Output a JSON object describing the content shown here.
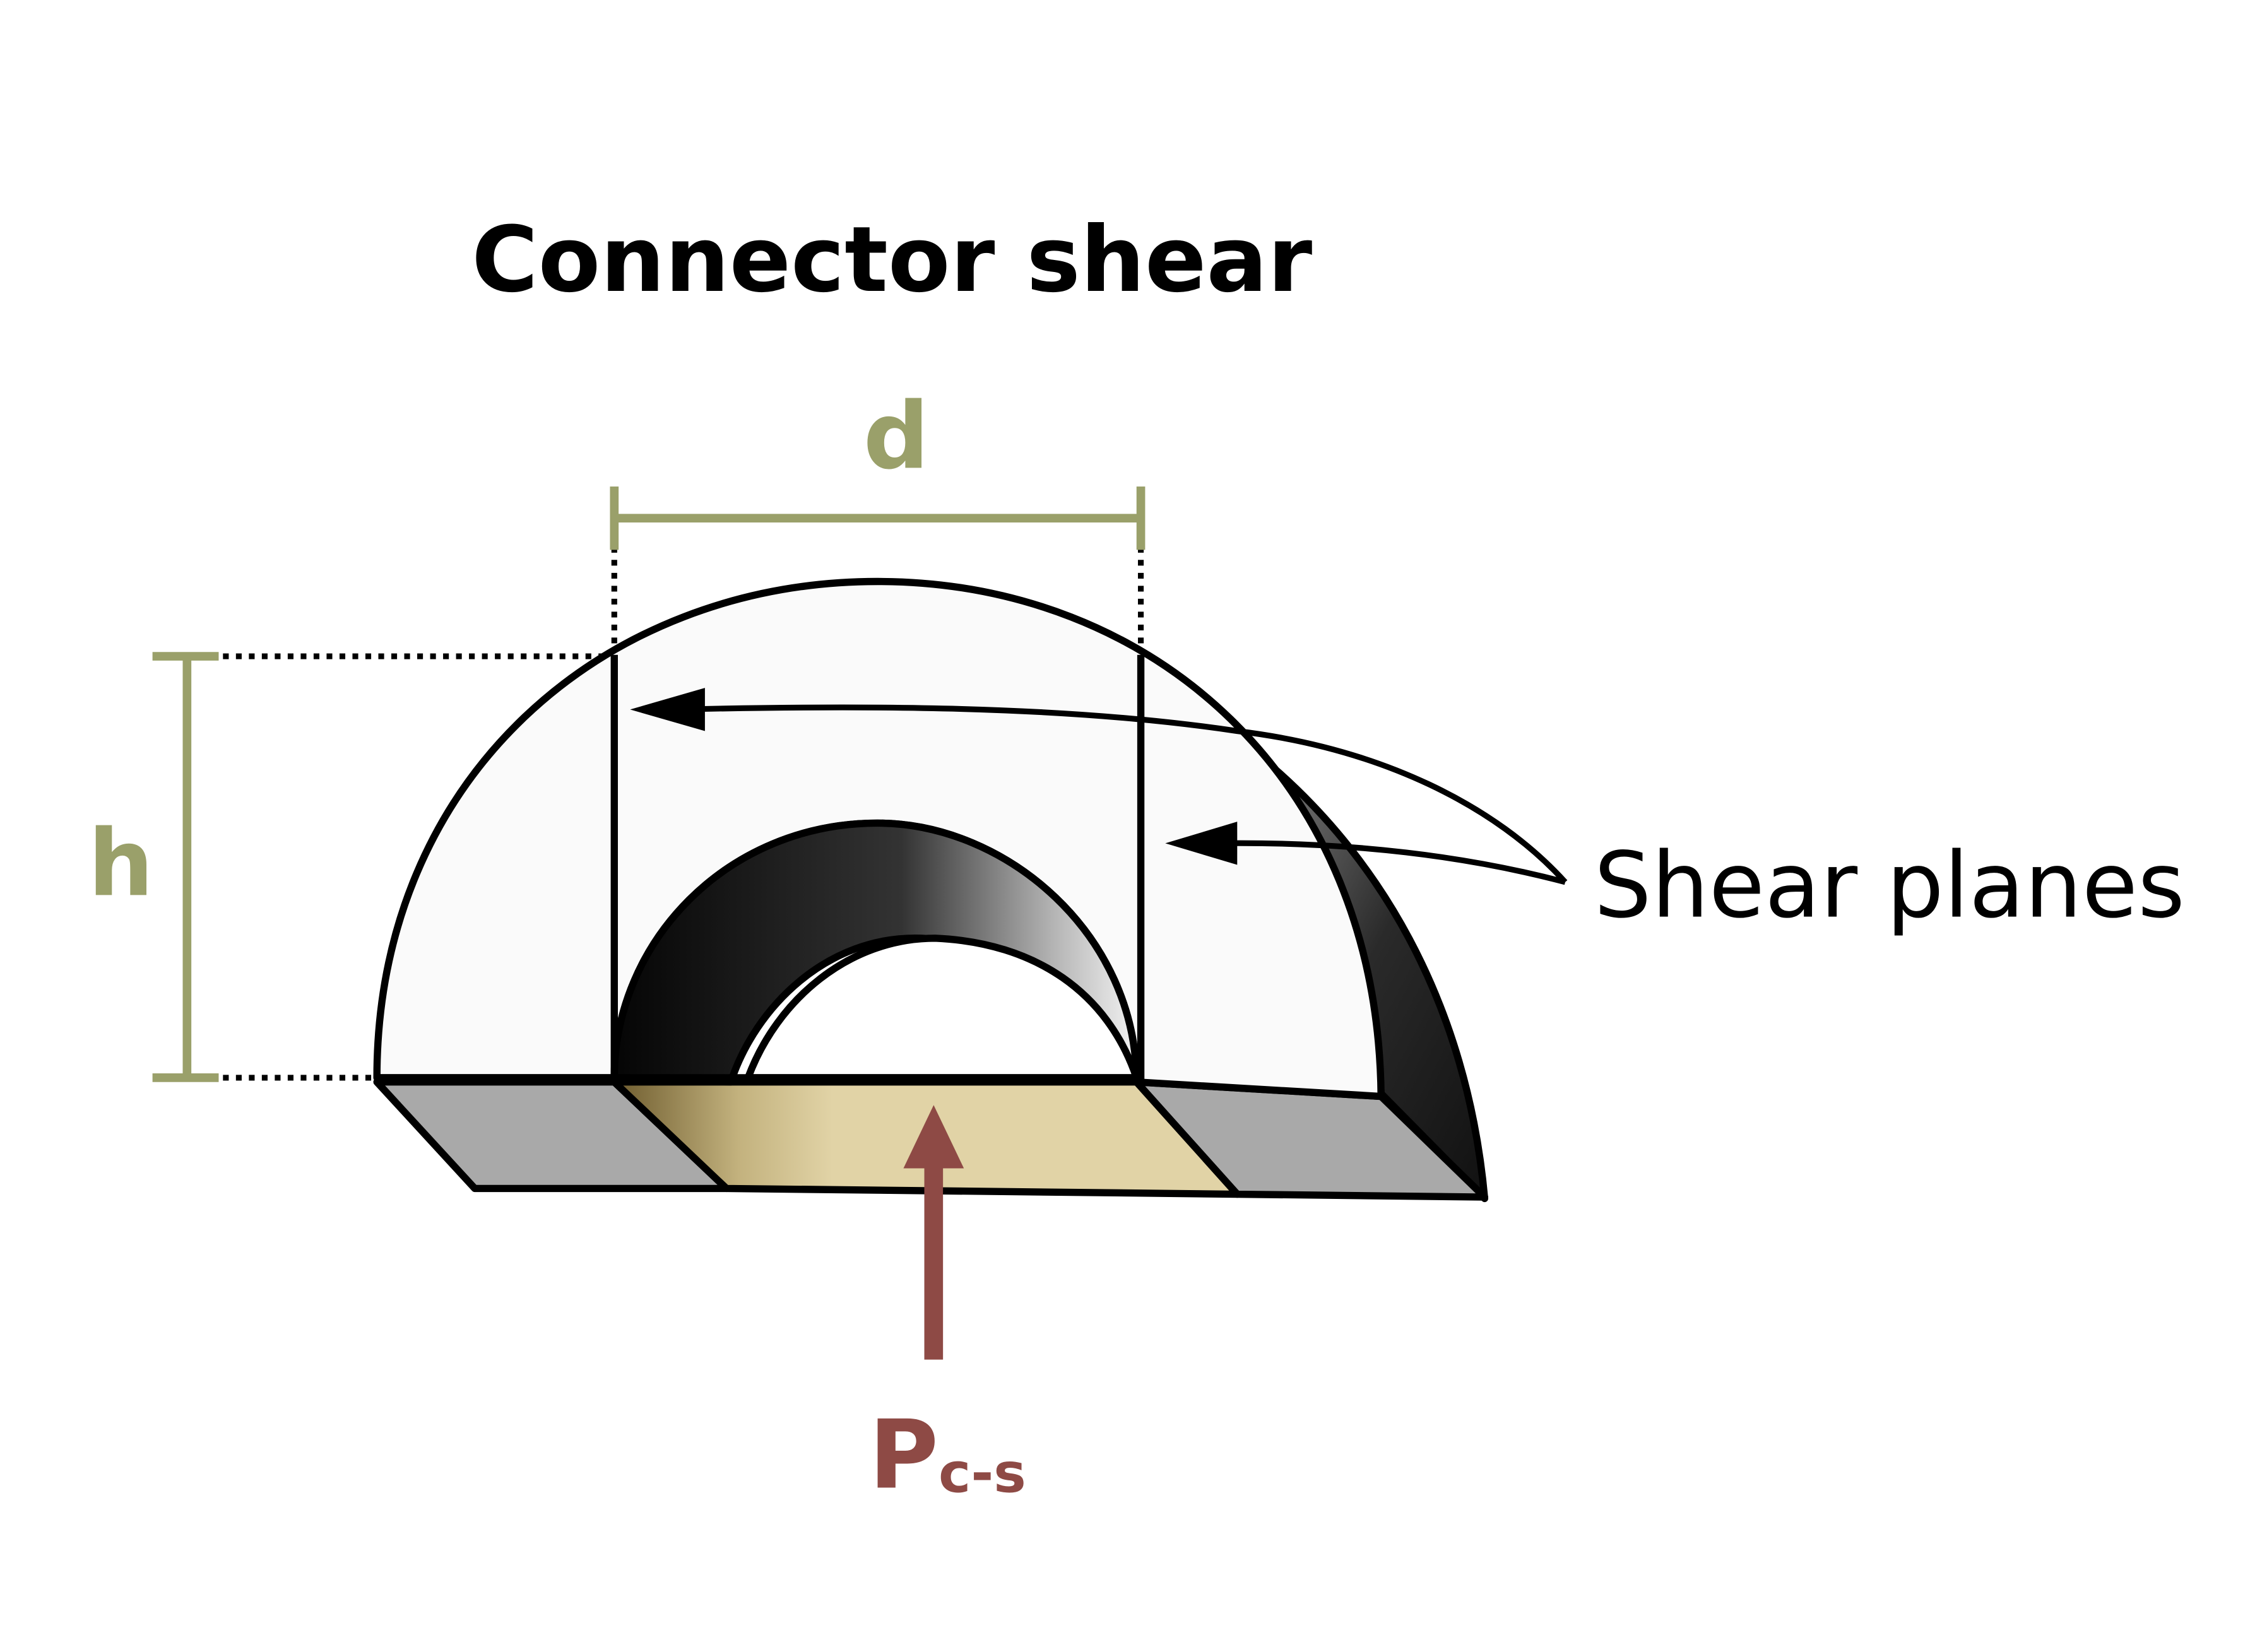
{
  "title": "Connector shear",
  "labels": {
    "width_dim": "d",
    "height_dim": "h",
    "shear_planes": "Shear planes",
    "force_main": "P",
    "force_sub": "c-s"
  },
  "colors": {
    "dimension": "#9aa06a",
    "force": "#8e4a45",
    "outline": "#000000",
    "face_light": "#fafafa",
    "face_grey": "#a9a9a9",
    "contact_area": "#e1d3a6"
  }
}
